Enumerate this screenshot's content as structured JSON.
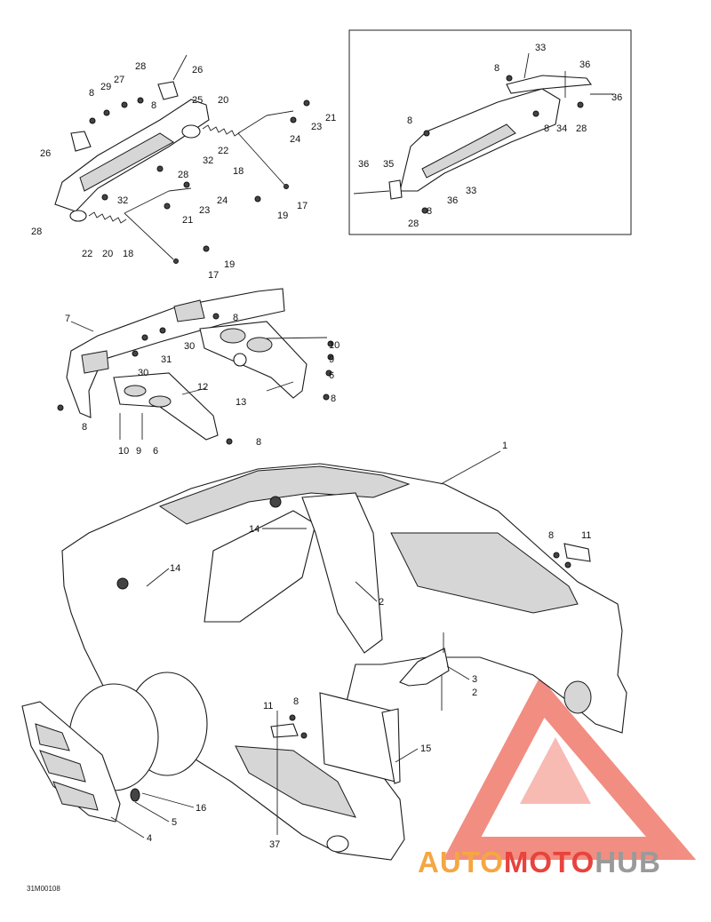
{
  "diagram": {
    "reference_code": "31M00108",
    "watermark": {
      "part1": "AUTO",
      "part2": "MOTO",
      "part3": "HUB",
      "colors": {
        "orange": "#f4a742",
        "red": "#e8433c",
        "gray": "#9a9a9a",
        "triangle": "#f07a6c"
      }
    },
    "callouts": {
      "top_left": [
        "28",
        "8",
        "29",
        "27",
        "8",
        "26",
        "25",
        "20",
        "26",
        "21",
        "23",
        "22",
        "32",
        "24",
        "28",
        "18",
        "32",
        "24",
        "23",
        "17",
        "21",
        "19",
        "28",
        "22",
        "20",
        "18",
        "19",
        "17"
      ],
      "inset": [
        "33",
        "8",
        "36",
        "36",
        "8",
        "8",
        "34",
        "28",
        "36",
        "35",
        "33",
        "36",
        "8",
        "28"
      ],
      "middle": [
        "7",
        "8",
        "30",
        "31",
        "30",
        "10",
        "9",
        "6",
        "12",
        "13",
        "8",
        "8",
        "10",
        "9",
        "6",
        "8"
      ],
      "bottom": [
        "1",
        "14",
        "14",
        "8",
        "11",
        "2",
        "3",
        "2",
        "11",
        "8",
        "15",
        "16",
        "5",
        "4",
        "37"
      ]
    }
  }
}
